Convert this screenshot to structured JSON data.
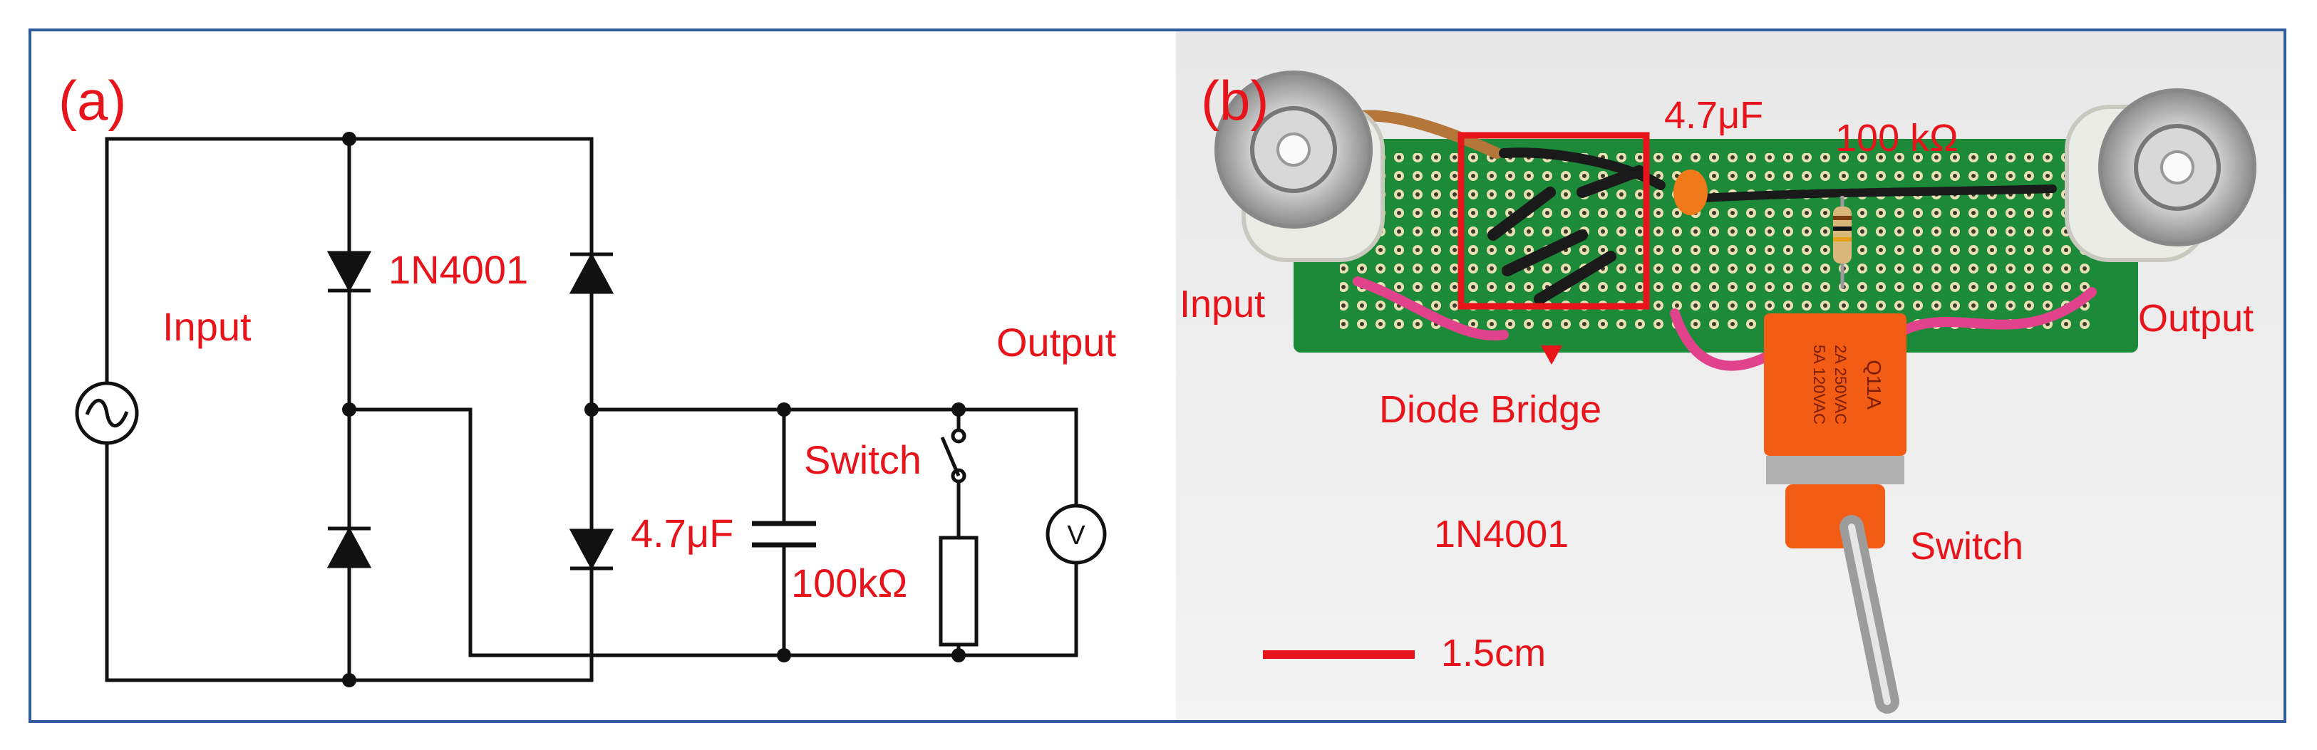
{
  "panel_a": {
    "tag": "(a)",
    "labels": {
      "input": "Input",
      "diode": "1N4001",
      "output": "Output",
      "switch": "Switch",
      "capacitor": "4.7μF",
      "resistor": "100kΩ",
      "voltmeter": "V"
    }
  },
  "panel_b": {
    "tag": "(b)",
    "labels": {
      "capacitor": "4.7μF",
      "resistor": "100 kΩ",
      "input": "Input",
      "output": "Output",
      "diode_bridge": "Diode Bridge",
      "diode": "1N4001",
      "switch": "Switch",
      "scale": "1.5cm",
      "switch_print_1": "Q11A",
      "switch_print_2": "2A 250VAC",
      "switch_print_3": "5A 120VAC"
    }
  },
  "colors": {
    "frame": "#2e5d9a",
    "label": "#e8141c",
    "wire": "#111111",
    "board": "#1d8a3a"
  }
}
